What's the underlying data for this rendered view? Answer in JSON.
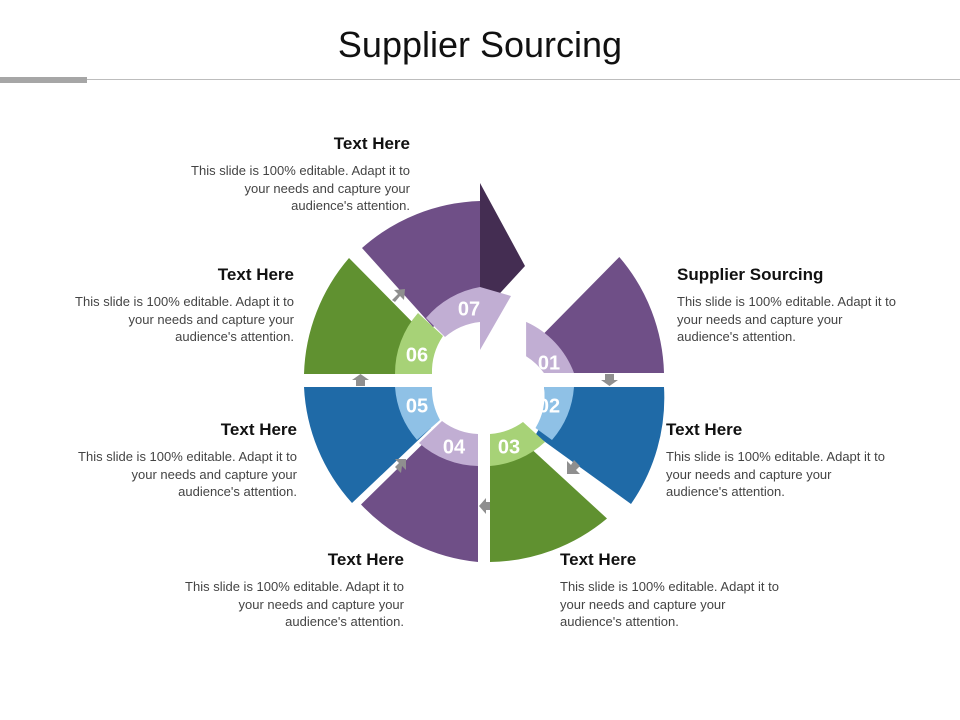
{
  "title": "Supplier Sourcing",
  "colors": {
    "purple": "#6f4f87",
    "purple_dark": "#442d52",
    "purple_light": "#c1aed3",
    "green": "#609130",
    "green_light": "#a7d277",
    "blue": "#1f6aa7",
    "blue_light": "#8fc1e6",
    "arrow": "#8f8f8f"
  },
  "segments": [
    {
      "number": "01",
      "heading": "Supplier Sourcing",
      "text": "This slide is 100% editable. Adapt it to your needs and capture your audience's attention."
    },
    {
      "number": "02",
      "heading": "Text Here",
      "text": "This slide is 100% editable. Adapt it to your needs and capture your audience's attention."
    },
    {
      "number": "03",
      "heading": "Text Here",
      "text": "This slide is 100% editable. Adapt it to your needs and capture your audience's attention."
    },
    {
      "number": "04",
      "heading": "Text Here",
      "text": "This slide is 100% editable. Adapt it to your needs and capture your audience's attention."
    },
    {
      "number": "05",
      "heading": "Text Here",
      "text": "This slide is 100% editable. Adapt it to your needs and capture your audience's attention."
    },
    {
      "number": "06",
      "heading": "Text Here",
      "text": "This slide is 100% editable. Adapt it to your needs and capture your audience's attention."
    },
    {
      "number": "07",
      "heading": "Text Here",
      "text": "This slide is 100% editable. Adapt it to your needs and capture your audience's attention."
    }
  ]
}
